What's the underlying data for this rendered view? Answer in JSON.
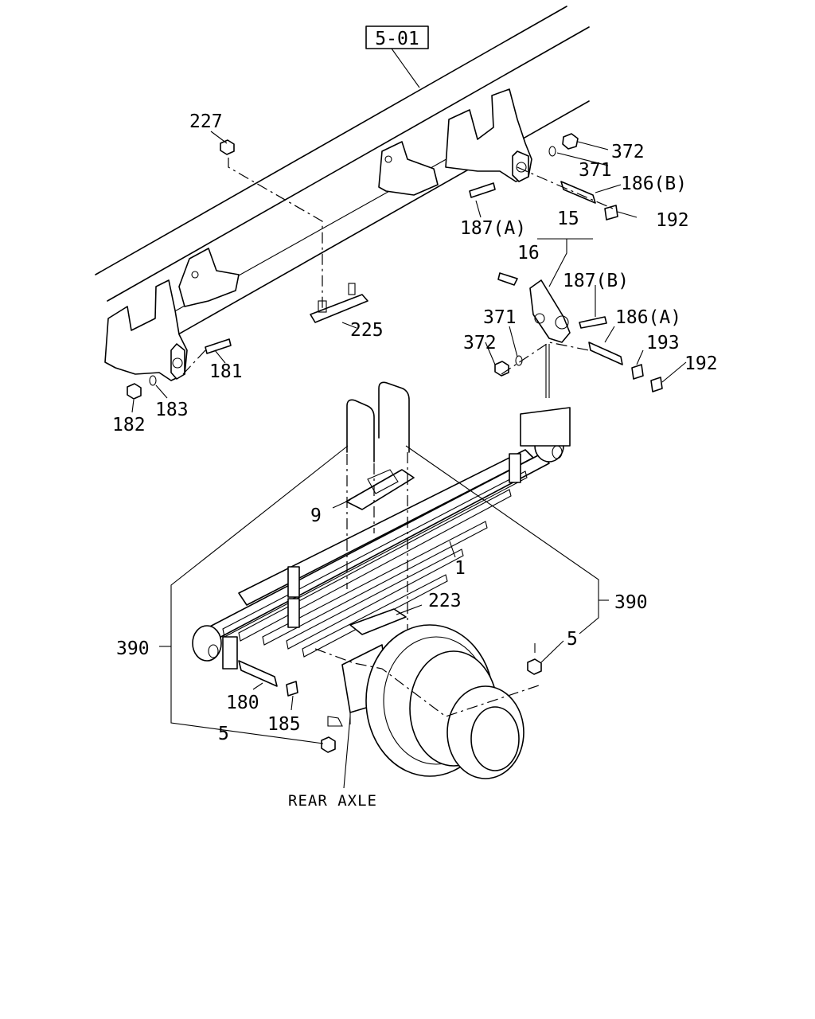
{
  "section_ref": "5-01",
  "labels": {
    "l227": "227",
    "l372a": "372",
    "l371a": "371",
    "l186b": "186(B)",
    "l187a": "187(A)",
    "l192a": "192",
    "l15": "15",
    "l16": "16",
    "l187b": "187(B)",
    "l371b": "371",
    "l186a": "186(A)",
    "l372b": "372",
    "l193": "193",
    "l192b": "192",
    "l225": "225",
    "l181": "181",
    "l182": "182",
    "l183": "183",
    "l9": "9",
    "l1": "1",
    "l223": "223",
    "l390r": "390",
    "l390l": "390",
    "l5r": "5",
    "l5l": "5",
    "l180": "180",
    "l185": "185",
    "rear_axle": "REAR AXLE"
  }
}
